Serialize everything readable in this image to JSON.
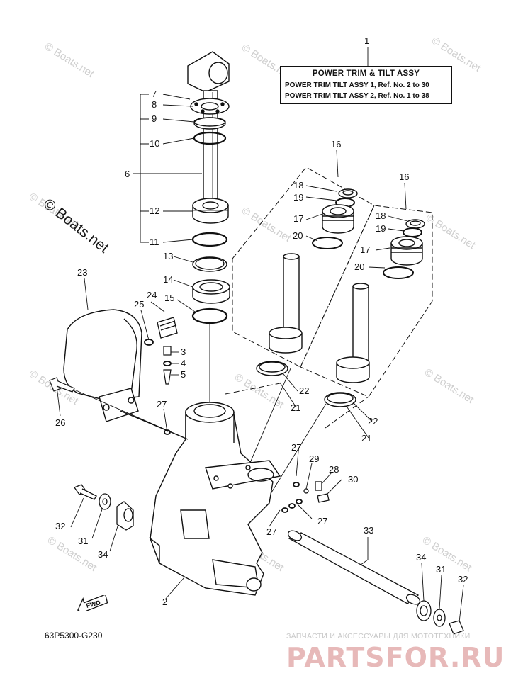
{
  "title_box": {
    "heading": "POWER TRIM & TILT ASSY",
    "line1": "POWER TRIM TILT ASSY 1,  Ref. No. 2 to 30",
    "line2": "POWER TRIM TILT ASSY 2,  Ref. No. 1 to 38"
  },
  "callouts": {
    "c1": "1",
    "c2": "2",
    "c3": "3",
    "c4": "4",
    "c5": "5",
    "c6": "6",
    "c7": "7",
    "c8": "8",
    "c9": "9",
    "c10": "10",
    "c11": "11",
    "c12": "12",
    "c13": "13",
    "c14": "14",
    "c15": "15",
    "c16": "16",
    "c17": "17",
    "c18": "18",
    "c19": "19",
    "c20": "20",
    "c21": "21",
    "c22": "22",
    "c23": "23",
    "c24": "24",
    "c25": "25",
    "c26": "26",
    "c27": "27",
    "c28": "28",
    "c29": "29",
    "c30": "30",
    "c31": "31",
    "c32": "32",
    "c33": "33",
    "c34": "34"
  },
  "fwd_label": "FWD",
  "doc_code": "63P5300-G230",
  "watermark_small": "© Boats.net",
  "watermark_big": "© Boats.net",
  "shop_subtitle": "ЗАПЧАСТИ И АКСЕССУАРЫ ДЛЯ МОТОТЕХНИКИ",
  "shop_logo": "PARTSFOR.RU"
}
